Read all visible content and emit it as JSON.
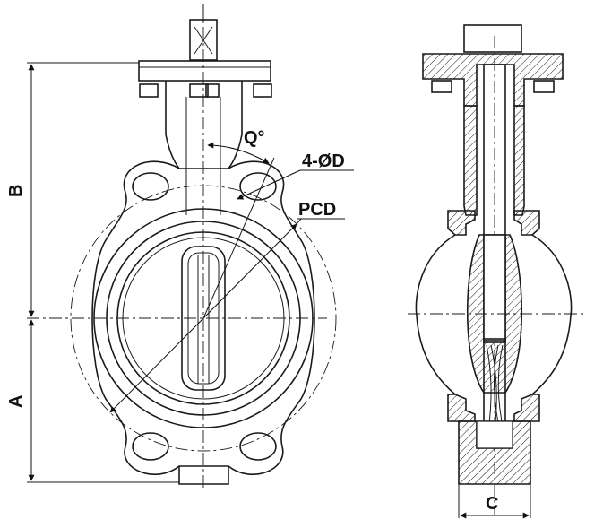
{
  "labels": {
    "q": "Q°",
    "holes": "4-ØD",
    "pcd": "PCD",
    "b": "B",
    "a": "A",
    "c": "C"
  },
  "colors": {
    "line": "#1a1a1a",
    "hatch": "#1a1a1a",
    "background": "#ffffff"
  }
}
